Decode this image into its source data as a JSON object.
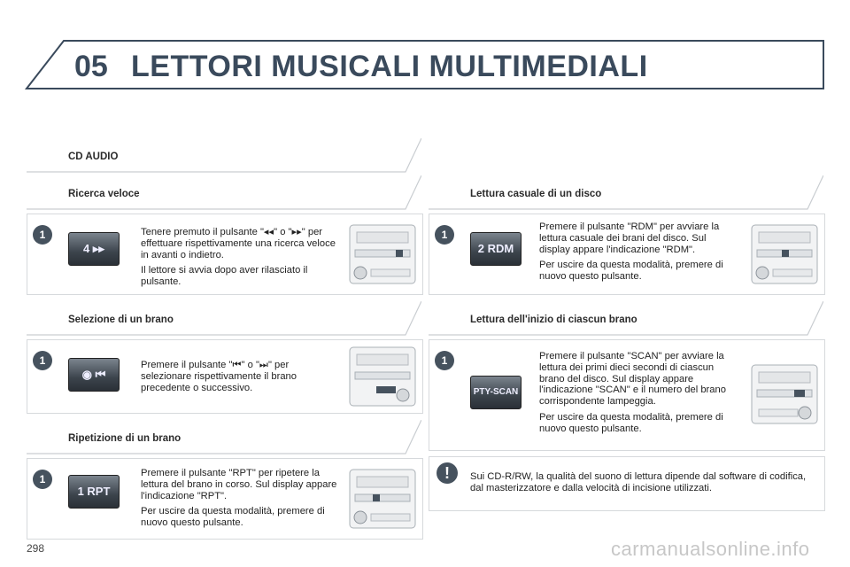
{
  "header": {
    "chapter_number": "05",
    "title": "LETTORI MUSICALI MULTIMEDIALI"
  },
  "sections": {
    "cd_audio": "CD AUDIO",
    "ricerca": "Ricerca veloce",
    "selezione": "Selezione di un brano",
    "ripetizione": "Ripetizione di un brano",
    "casuale": "Lettura casuale di un disco",
    "inizio": "Lettura dell'inizio di ciascun brano"
  },
  "steps": {
    "ricerca": {
      "num": "1",
      "button": "4 ▸▸",
      "p1": "Tenere premuto il pulsante \"◂◂\" o \"▸▸\" per effettuare rispettivamente una ricerca veloce in avanti o indietro.",
      "p2": "Il lettore si avvia dopo aver rilasciato il pulsante."
    },
    "selezione": {
      "num": "1",
      "button": "◉ ⏮",
      "p1": "Premere il pulsante \"⏮\" o \"⏭\" per selezionare rispettivamente il brano precedente o successivo."
    },
    "ripetizione": {
      "num": "1",
      "button": "1 RPT",
      "p1": "Premere il pulsante \"RPT\" per ripetere la lettura del brano in corso. Sul display appare l'indicazione \"RPT\".",
      "p2": "Per uscire da questa modalità, premere di nuovo questo pulsante."
    },
    "casuale": {
      "num": "1",
      "button": "2 RDM",
      "p1": "Premere il pulsante \"RDM\" per avviare la lettura casuale dei brani del disco. Sul display appare l'indicazione \"RDM\".",
      "p2": "Per uscire da questa modalità, premere di nuovo questo pulsante."
    },
    "inizio": {
      "num": "1",
      "button": "PTY-SCAN",
      "p1": "Premere il pulsante \"SCAN\" per avviare la lettura dei primi dieci secondi di ciascun brano del disco. Sul display appare l'indicazione \"SCAN\" e il numero del brano corrispondente lampeggia.",
      "p2": "Per uscire da questa modalità, premere di nuovo questo pulsante."
    }
  },
  "note": {
    "icon": "!",
    "text": "Sui CD-R/RW, la qualità del suono di lettura dipende dal software di codifica, dal masterizzatore e dalla velocità di incisione utilizzati."
  },
  "footer": {
    "page_number": "298",
    "watermark": "carmanualsonline.info"
  },
  "colors": {
    "accent": "#46525e",
    "title": "#3a4a5c",
    "arrow": "#2d6fc0"
  }
}
